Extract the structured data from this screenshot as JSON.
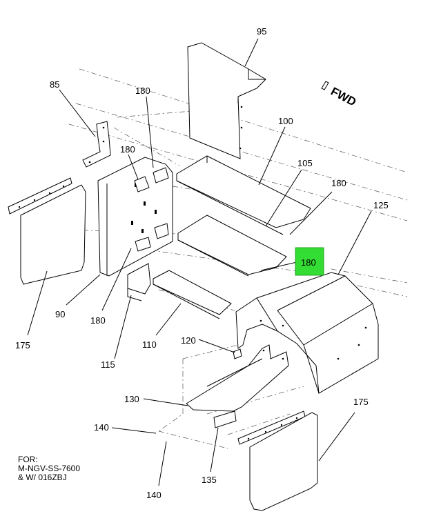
{
  "callouts": {
    "c95": "95",
    "c85": "85",
    "c180a": "180",
    "c180b": "180",
    "c100": "100",
    "c105": "105",
    "c180c": "180",
    "c125": "125",
    "c180d": "180",
    "c90": "90",
    "c180e": "180",
    "c175a": "175",
    "c110": "110",
    "c115": "115",
    "c120": "120",
    "c130": "130",
    "c140a": "140",
    "c140b": "140",
    "c135": "135",
    "c175b": "175"
  },
  "fwd_label": "FWD",
  "note": {
    "line1": "FOR:",
    "line2": "M-NGV-SS-7600",
    "line3": "& W/ 016ZBJ"
  },
  "highlight_color": "#33dd33"
}
